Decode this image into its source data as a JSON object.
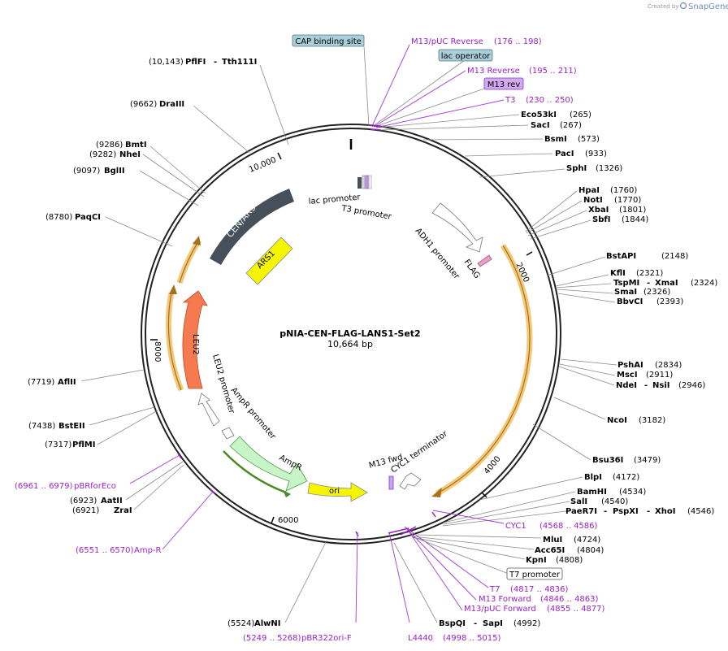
{
  "brand": {
    "created_by": "Created by",
    "product": "SnapGene"
  },
  "plasmid": {
    "name": "pNIA-CEN-FLAG-LANS1-Set2",
    "length": "10,664 bp"
  },
  "ticks": {
    "t10000": "10,000",
    "t2000": "2000",
    "t4000": "4000",
    "t6000": "6000",
    "t8000": "8000"
  },
  "features": {
    "cen_ars": "CEN/ARS",
    "ars1": "ARS1",
    "leu2": "LEU2",
    "leu2_promoter": "LEU2 promoter",
    "ampr_promoter": "AmpR promoter",
    "ampr": "AmpR",
    "ori": "ori",
    "m13_fwd": "M13 fwd",
    "cyc1_term": "CYC1 terminator",
    "adh1_promoter": "ADH1 promoter",
    "flag": "FLAG",
    "lac_promoter": "lac promoter",
    "t3_promoter": "T3 promoter"
  },
  "boxes": {
    "cap": "CAP binding site",
    "lac_operator": "lac operator",
    "m13_rev": "M13 rev",
    "t7_promoter": "T7 promoter"
  },
  "right_sites": [
    {
      "name": "BsmI",
      "pos": "(573)"
    },
    {
      "name": "PacI",
      "pos": "(933)"
    },
    {
      "name": "SphI",
      "pos": "(1326)"
    },
    {
      "name": "HpaI",
      "pos": "(1760)"
    },
    {
      "name": "NotI",
      "pos": "(1770)"
    },
    {
      "name": "XbaI",
      "pos": "(1801)"
    },
    {
      "name": "SbfI",
      "pos": "(1844)"
    },
    {
      "name": "BstAPI",
      "pos": "(2148)"
    },
    {
      "name": "KflI",
      "pos": "(2321)"
    },
    {
      "name": "SmaI",
      "pos": "(2326)"
    },
    {
      "name": "BbvCI",
      "pos": "(2393)"
    },
    {
      "name": "PshAI",
      "pos": "(2834)"
    },
    {
      "name": "MscI",
      "pos": "(2911)"
    },
    {
      "name": "NcoI",
      "pos": "(3182)"
    },
    {
      "name": "Bsu36I",
      "pos": "(3479)"
    },
    {
      "name": "BlpI",
      "pos": "(4172)"
    },
    {
      "name": "BamHI",
      "pos": "(4534)"
    },
    {
      "name": "SalI",
      "pos": "(4540)"
    },
    {
      "name": "MluI",
      "pos": "(4724)"
    },
    {
      "name": "Acc65I",
      "pos": "(4804)"
    },
    {
      "name": "KpnI",
      "pos": "(4808)"
    }
  ],
  "pair_sites": {
    "tspmi": {
      "a": "TspMI",
      "sep": "-",
      "b": "XmaI",
      "pos": "(2324)"
    },
    "ndei": {
      "a": "NdeI",
      "sep": "-",
      "b": "NsiI",
      "pos": "(2946)"
    },
    "paer7i": {
      "a": "PaeR7I",
      "sep": "-",
      "b": "PspXI",
      "sep2": "-",
      "c": "XhoI",
      "pos": "(4546)"
    },
    "bspqi": {
      "a": "BspQI",
      "sep": "-",
      "b": "SapI",
      "pos": "(4992)"
    },
    "pflfi": {
      "pos": "(10,143)",
      "a": "PflFI",
      "sep": "-",
      "b": "Tth111I"
    },
    "eco53ki": {
      "a": "Eco53kI",
      "pos": "(265)"
    },
    "saci": {
      "a": "SacI",
      "pos": "(267)"
    }
  },
  "left_sites": [
    {
      "pos": "(9662)",
      "name": "DraIII"
    },
    {
      "pos": "(9286)",
      "name": "BmtI"
    },
    {
      "pos": "(9282)",
      "name": "NheI"
    },
    {
      "pos": "(9097)",
      "name": "BglII"
    },
    {
      "pos": "(8780)",
      "name": "PaqCI"
    },
    {
      "pos": "(7719)",
      "name": "AflII"
    },
    {
      "pos": "(7438)",
      "name": "BstEII"
    },
    {
      "pos": "(7317)",
      "name": "PflMI"
    },
    {
      "pos": "(6923)",
      "name": "AatII"
    },
    {
      "pos": "(6921)",
      "name": "ZraI"
    },
    {
      "pos": "(5524)",
      "name": "AlwNI"
    }
  ],
  "primers": {
    "m13puc_rev": {
      "name": "M13/pUC Reverse",
      "range": "(176 .. 198)"
    },
    "m13_reverse": {
      "name": "M13 Reverse",
      "range": "(195 .. 211)"
    },
    "t3": {
      "name": "T3",
      "range": "(230 .. 250)"
    },
    "cyc1": {
      "name": "CYC1",
      "range": "(4568 .. 4586)"
    },
    "t7": {
      "name": "T7",
      "range": "(4817 .. 4836)"
    },
    "m13_forward": {
      "name": "M13 Forward",
      "range": "(4846 .. 4863)"
    },
    "m13puc_fwd": {
      "name": "M13/pUC Forward",
      "range": "(4855 .. 4877)"
    },
    "l4440": {
      "name": "L4440",
      "range": "(4998 .. 5015)"
    },
    "pbr322": {
      "range": "(5249 .. 5268)",
      "name": "pBR322ori-F"
    },
    "pbrforeco": {
      "range": "(6961 .. 6979)",
      "name": "pBRforEco"
    },
    "ampr_p": {
      "range": "(6551 .. 6570)",
      "name": "Amp-R"
    }
  },
  "colors": {
    "cen": "#46505a",
    "ars": "#f5f500",
    "leu2": "#f57a4f",
    "ampr": "#c8f5c8",
    "ori": "#f5f500",
    "orange": "#f0b65a",
    "primer": "#9a1fc9"
  }
}
